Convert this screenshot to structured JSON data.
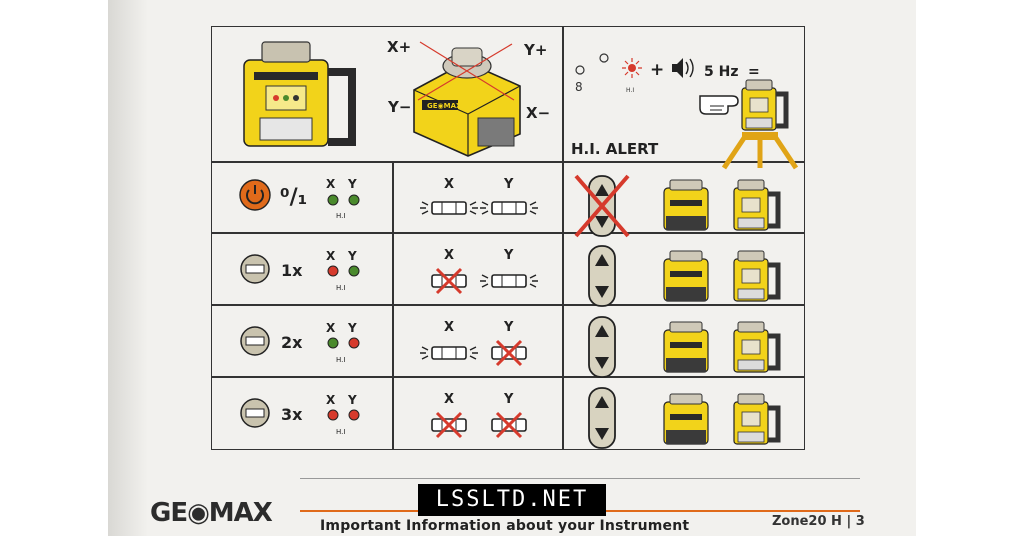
{
  "axes": {
    "x_plus": "X+",
    "y_plus": "Y+",
    "y_minus": "Y−",
    "x_minus": "X−"
  },
  "hi_alert": {
    "title": "H.I. ALERT",
    "plus": "+",
    "freq": "5 Hz",
    "equals": "=",
    "digit": "8",
    "hi_label": "H.I"
  },
  "rows": [
    {
      "id": "power",
      "action": "⁰/₁",
      "x": "X",
      "y": "Y",
      "hi": "H.I"
    },
    {
      "id": "1x",
      "action": "1x",
      "x": "X",
      "y": "Y",
      "hi": "H.I"
    },
    {
      "id": "2x",
      "action": "2x",
      "x": "X",
      "y": "Y",
      "hi": "H.I"
    },
    {
      "id": "3x",
      "action": "3x",
      "x": "X",
      "y": "Y",
      "hi": "H.I"
    }
  ],
  "brand": {
    "logo": "GE◉MAX",
    "unit_brand": "GE◉MAX"
  },
  "footer": {
    "title": "Important Information about your Instrument",
    "page": "Zone20 H | 3"
  },
  "watermark": "LSSLTD.NET",
  "colors": {
    "yellow": "#f2d31a",
    "orange": "#e06a1a",
    "red": "#d63a2c",
    "green": "#4a8a2c",
    "dark": "#2a2a2a"
  }
}
